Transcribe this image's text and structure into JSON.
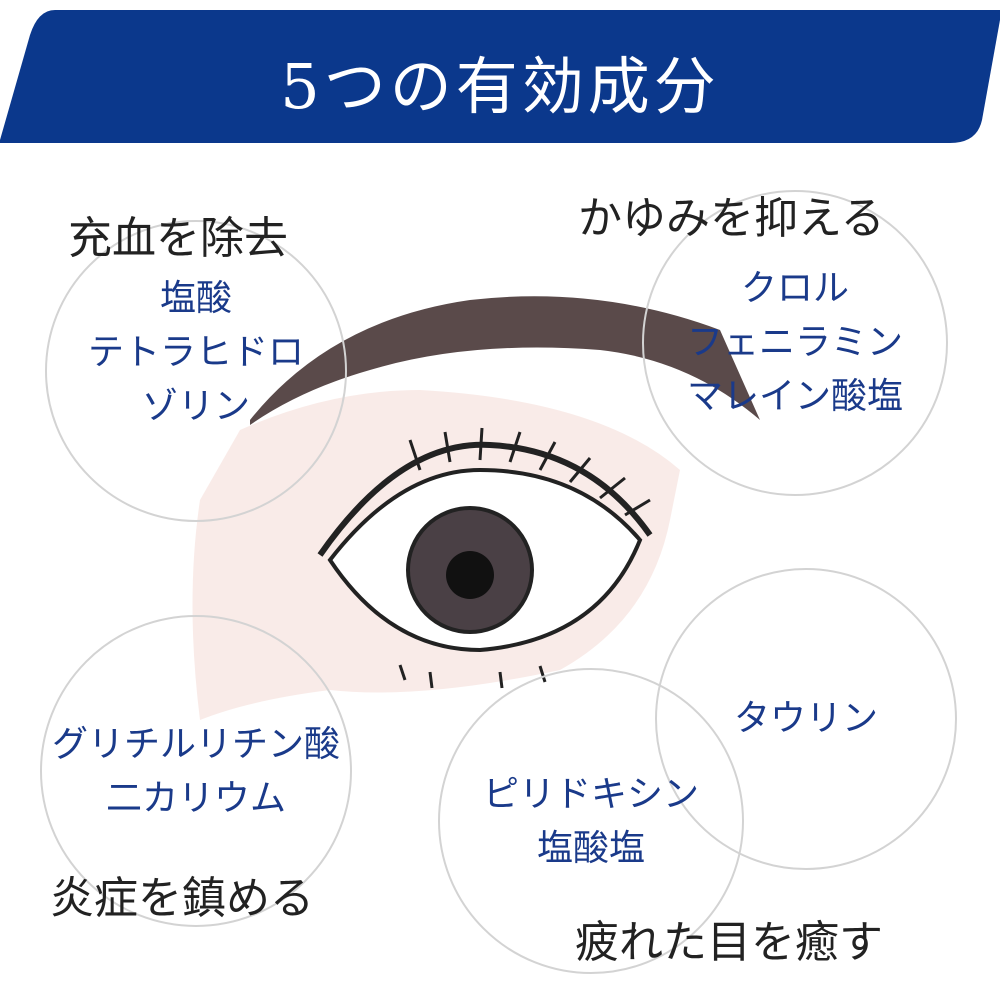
{
  "header": {
    "title": "5つの有効成分"
  },
  "colors": {
    "banner": "#0b388c",
    "ingredient_text": "#1a3a8a"
  },
  "ingredients": [
    {
      "effect": "充血を除去",
      "lines": [
        "塩酸",
        "テトラヒドロ",
        "ゾリン"
      ]
    },
    {
      "effect": "かゆみを抑える",
      "lines": [
        "クロル",
        "フェニラミン",
        "マレイン酸塩"
      ]
    },
    {
      "effect": "炎症を鎮める",
      "lines": [
        "グリチルリチン酸",
        "二カリウム"
      ]
    },
    {
      "effect": "",
      "lines": [
        "タウリン"
      ]
    },
    {
      "effect": "疲れた目を癒す",
      "lines": [
        "ピリドキシン",
        "塩酸塩"
      ]
    }
  ]
}
